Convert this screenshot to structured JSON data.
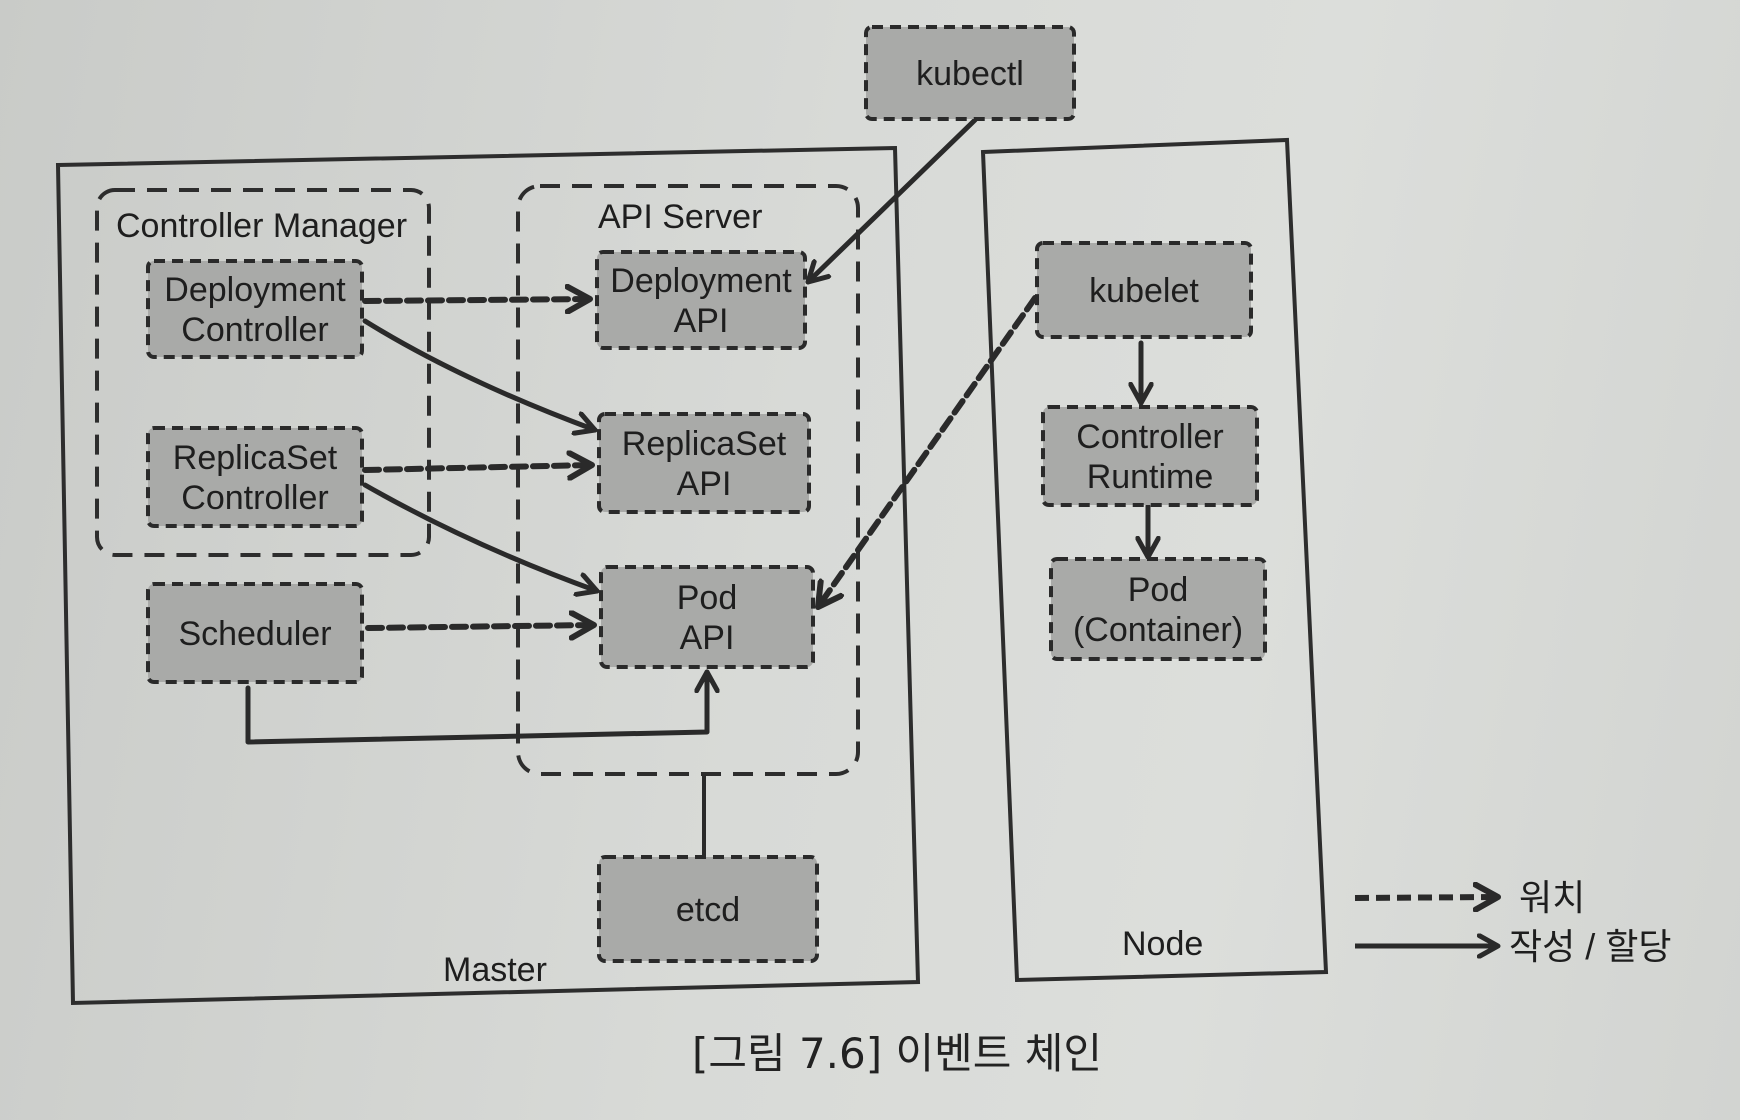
{
  "groups": {
    "master": "Master",
    "node": "Node",
    "controller_manager": "Controller Manager",
    "api_server": "API Server"
  },
  "components": {
    "kubectl": [
      "kubectl"
    ],
    "deployment_controller": [
      "Deployment",
      "Controller"
    ],
    "replicaset_controller": [
      "ReplicaSet",
      "Controller"
    ],
    "scheduler": [
      "Scheduler"
    ],
    "deployment_api": [
      "Deployment",
      "API"
    ],
    "replicaset_api": [
      "ReplicaSet",
      "API"
    ],
    "pod_api": [
      "Pod",
      "API"
    ],
    "etcd": [
      "etcd"
    ],
    "kubelet": [
      "kubelet"
    ],
    "controller_runtime": [
      "Controller",
      "Runtime"
    ],
    "pod_container": [
      "Pod",
      "(Container)"
    ]
  },
  "legend": {
    "watch": "워치",
    "create_assign": "작성 / 할당"
  },
  "caption": "[그림 7.6] 이벤트 체인",
  "colors": {
    "component_fill": "#a9aaa8",
    "stroke": "#2a2a2a",
    "background": "#d8dad7"
  }
}
